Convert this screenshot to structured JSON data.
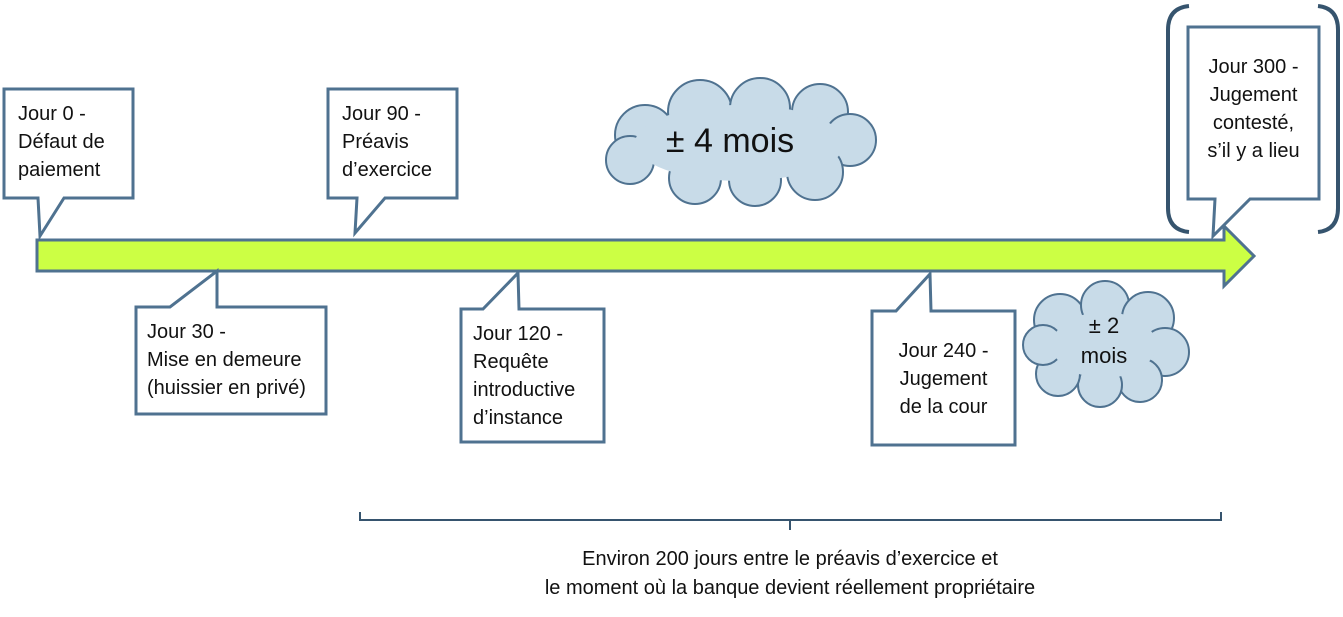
{
  "callouts": {
    "day0": [
      "Jour 0 -",
      "Défaut de",
      "paiement"
    ],
    "day30": [
      "Jour 30 -",
      "Mise en demeure",
      "(huissier en privé)"
    ],
    "day90": [
      "Jour 90 -",
      "Préavis",
      "d’exercice"
    ],
    "day120": [
      "Jour 120 -",
      "Requête",
      "introductive",
      "d’instance"
    ],
    "day240": [
      "Jour 240 -",
      "Jugement",
      "de la cour"
    ],
    "day300": [
      "Jour 300 -",
      "Jugement",
      "contesté,",
      "s’il y a lieu"
    ]
  },
  "clouds": {
    "four_months": "± 4 mois",
    "two_months": [
      "± 2",
      "mois"
    ]
  },
  "caption": [
    "Environ 200 jours entre le préavis d’exercice et",
    "le moment où la banque devient réellement propriétaire"
  ],
  "colors": {
    "arrow_fill": "#ccff44",
    "outline": "#4f7290",
    "cloud_fill": "#c8dbe8",
    "bracket": "#36546e"
  }
}
